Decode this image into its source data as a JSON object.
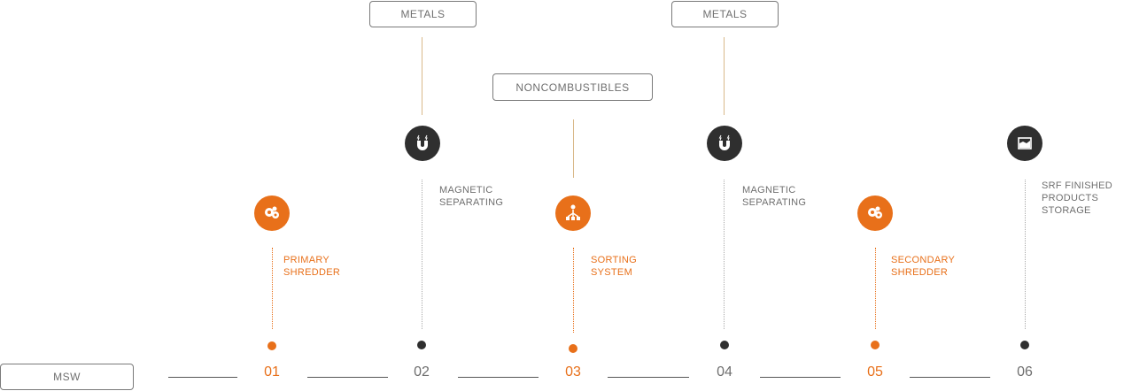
{
  "outputs": {
    "metals_1": "METALS",
    "noncombustibles": "NONCOMBUSTIBLES",
    "metals_2": "METALS"
  },
  "input": "MSW",
  "steps": [
    {
      "number": "01",
      "label": "PRIMARY\nSHREDDER",
      "icon": "gears-icon",
      "accent": "orange"
    },
    {
      "number": "02",
      "label": "MAGNETIC\nSEPARATING",
      "icon": "magnet-icon",
      "accent": "dark"
    },
    {
      "number": "03",
      "label": "SORTING\nSYSTEM",
      "icon": "sorting-icon",
      "accent": "orange"
    },
    {
      "number": "04",
      "label": "MAGNETIC\nSEPARATING",
      "icon": "magnet-icon",
      "accent": "dark"
    },
    {
      "number": "05",
      "label": "SECONDARY\nSHREDDER",
      "icon": "gears-icon",
      "accent": "orange"
    },
    {
      "number": "06",
      "label": "SRF FINISHED\nPRODUCTS STORAGE",
      "icon": "storage-icon",
      "accent": "dark"
    }
  ],
  "colors": {
    "orange": "#e8701a",
    "dark": "#2f2f2f",
    "connector": "#d9b98a"
  }
}
